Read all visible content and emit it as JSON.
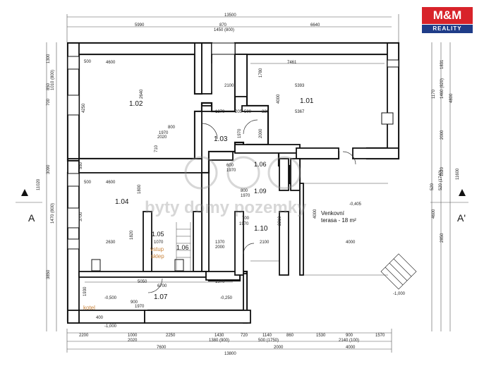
{
  "brand": {
    "logo_main": "M&M",
    "logo_sub": "REALITY",
    "watermark": "byty domy pozemky"
  },
  "rooms": {
    "r102": "1.02",
    "r101": "1.01",
    "r103": "1.03",
    "r104": "1.04",
    "r105": "1.05",
    "r106a": "1.06",
    "r106b": "1.06",
    "r107": "1.07",
    "r109": "1.09",
    "r110": "1.10",
    "vstup": "vstup",
    "sklep": "sklep",
    "kotel": "kotel"
  },
  "terrace": {
    "line1": "Venkovní",
    "line2": "terasa - 18 m²",
    "level": "-0,405"
  },
  "section_marks": {
    "left": "A",
    "right": "A'"
  },
  "levels": {
    "l1": "-0,500",
    "l2": "-0,250",
    "l3": "-1,000",
    "l4": "-1,000"
  },
  "dimensions": {
    "top_total": "13500",
    "top_left": "5990",
    "top_mid": "870",
    "top_mid_b": "1450 (800)",
    "top_right": "6640",
    "bot_total": "13800",
    "bot_7600": "7600",
    "bot_2000": "2000",
    "bot_4000": "4000",
    "b_2200": "2200",
    "b_1000": "1000",
    "b_2020": "2020",
    "b_2250": "2250",
    "b_1430": "1430",
    "b_1380": "1380 (900)",
    "b_720": "720",
    "b_1140": "1140",
    "b_500": "500 (1750)",
    "b_860": "860",
    "b_1530": "1530",
    "b_900": "900",
    "b_2140": "2140 (100)",
    "b_1570": "1570",
    "l_1300": "1300",
    "l_850": "850",
    "l_1010": "1010 (800)",
    "l_700": "700",
    "l_3090": "3090",
    "l_1470": "1470 (800)",
    "l_3850": "3850",
    "l_11020": "11020",
    "r_1831": "1831",
    "r_1170": "1170",
    "r_1460": "1460 (820)",
    "r_4800": "4800",
    "r_2000": "2000",
    "r_1120": "1120",
    "r_520": "520",
    "r_1740": "520 (1740)",
    "r_4600": "4600",
    "r_11600": "11600",
    "r_2850": "2850",
    "i_4600": "4600",
    "i_2640": "2640",
    "i_4250": "4250",
    "i_500a": "500",
    "i_500b": "500",
    "i_800": "800",
    "i_1970": "1970",
    "i_2020": "2020",
    "i_710": "710",
    "i_7461": "7461",
    "i_2100": "2100",
    "i_5393": "5393",
    "i_5367": "5367",
    "i_1780": "1780",
    "i_1370": "1370",
    "i_205": "205",
    "i_500c": "500",
    "i_4000": "4000",
    "i_320": "320",
    "i_1970b": "1970",
    "i_2000": "2000",
    "i_3700": "3700",
    "i_4600b": "4600",
    "i_550": "550",
    "i_2630": "2630",
    "i_1820": "1820",
    "i_1070": "1070",
    "i_700": "700",
    "i_1970c": "1970",
    "i_1370b": "1370",
    "i_2000b": "2000",
    "i_2100b": "2100",
    "i_2210": "2210",
    "i_4000b": "4000",
    "i_4000c": "4000",
    "i_5050": "5050",
    "i_6700": "6700",
    "i_1370c": "1370",
    "i_1930": "1930",
    "i_900": "900",
    "i_1970d": "1970",
    "i_400": "400",
    "i_600": "600",
    "i_1970e": "1970",
    "i_800b": "800",
    "i_1970f": "1970",
    "i_1800": "1800"
  }
}
